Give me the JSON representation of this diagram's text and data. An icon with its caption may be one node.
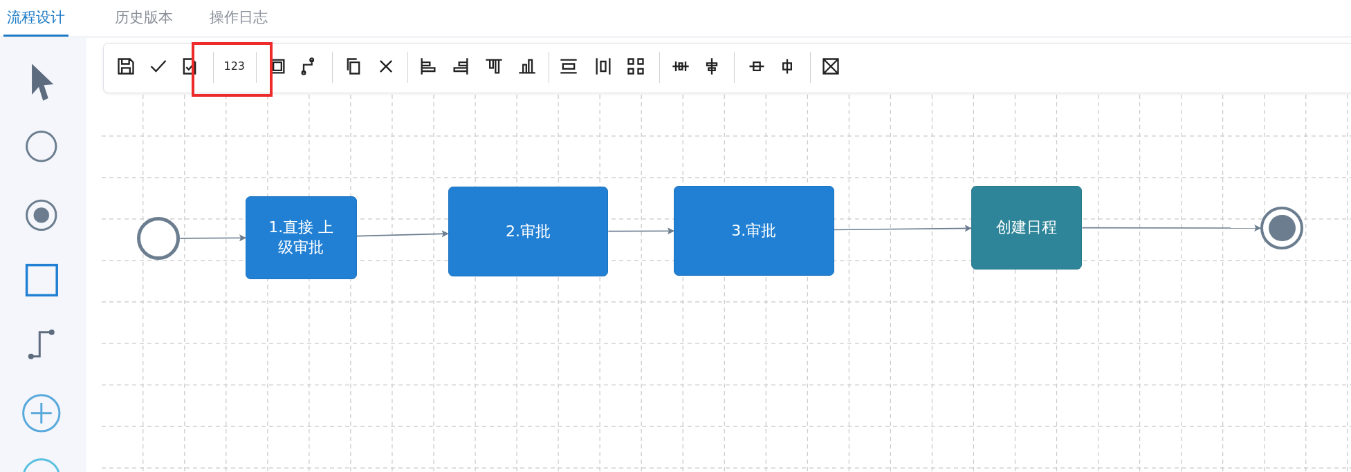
{
  "diagram": {
    "nodes": [
      {
        "text": [],
        "shape": "circle"
      },
      {
        "text": [
          "1.直接 上级审批"
        ]
      },
      {
        "text": [
          "2.审批"
        ]
      },
      {
        "text": [
          "3.审批"
        ]
      },
      {
        "text": [
          "创建日程"
        ]
      },
      {
        "text": [],
        "shape": "circle"
      }
    ],
    "edges": [
      {
        "from": 0,
        "to": 1,
        "arrow": "to"
      },
      {
        "from": 1,
        "to": 2,
        "arrow": "to"
      },
      {
        "from": 2,
        "to": 3,
        "arrow": "to"
      },
      {
        "from": 3,
        "to": 4,
        "arrow": "to"
      },
      {
        "from": 4,
        "to": 5,
        "arrow": "to"
      }
    ],
    "labels": [
      "流程设计",
      "历史版本",
      "操作日志",
      "123"
    ]
  }
}
